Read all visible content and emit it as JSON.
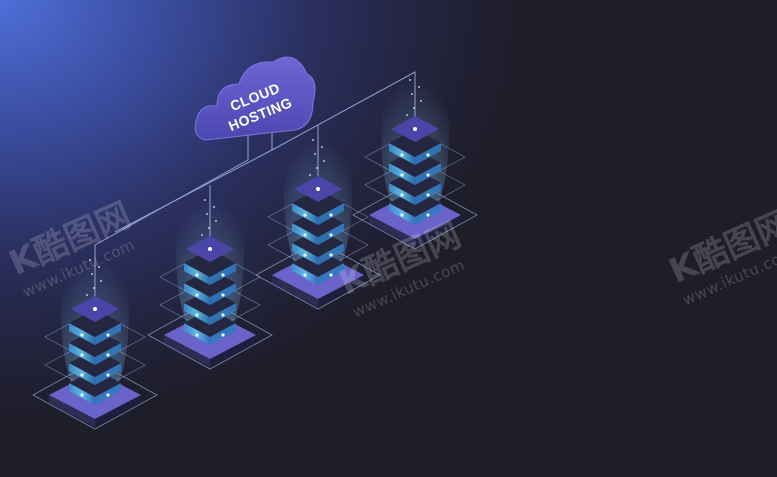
{
  "cloud": {
    "line1": "CLOUD",
    "line2": "HOSTING"
  },
  "watermarks": [
    {
      "logo": "K酷图网",
      "url": "www.ikutu.com"
    },
    {
      "logo": "K酷图网",
      "url": "www.ikutu.com"
    },
    {
      "logo": "K酷图网",
      "url": "www.ikutu.com"
    }
  ],
  "colors": {
    "background": "#1f1e2b",
    "glow": "#4f6fd8",
    "server_side": "#4fa3d9",
    "server_dark": "#252640",
    "base_top": "#6a63c9",
    "line": "#9fb9e6"
  },
  "server_count": 4
}
